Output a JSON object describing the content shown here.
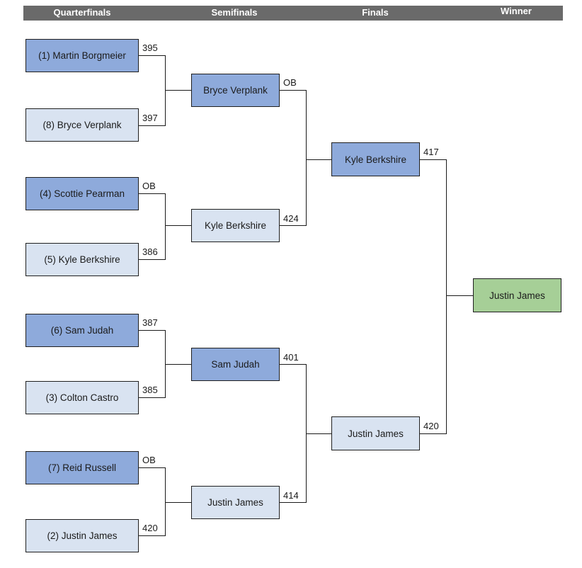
{
  "header": {
    "columns": [
      "Quarterfinals",
      "Semifinals",
      "Finals",
      "Winner"
    ]
  },
  "quarterfinals": [
    {
      "player": "(1) Martin Borgmeier",
      "score": "395"
    },
    {
      "player": "(8) Bryce Verplank",
      "score": "397"
    },
    {
      "player": "(4) Scottie Pearman",
      "score": "OB"
    },
    {
      "player": "(5) Kyle Berkshire",
      "score": "386"
    },
    {
      "player": "(6) Sam Judah",
      "score": "387"
    },
    {
      "player": "(3) Colton Castro",
      "score": "385"
    },
    {
      "player": "(7) Reid Russell",
      "score": "OB"
    },
    {
      "player": "(2) Justin James",
      "score": "420"
    }
  ],
  "semifinals": [
    {
      "player": "Bryce Verplank",
      "score": "OB"
    },
    {
      "player": "Kyle Berkshire",
      "score": "424"
    },
    {
      "player": "Sam Judah",
      "score": "401"
    },
    {
      "player": "Justin James",
      "score": "414"
    }
  ],
  "finals": [
    {
      "player": "Kyle Berkshire",
      "score": "417"
    },
    {
      "player": "Justin James",
      "score": "420"
    }
  ],
  "winner": {
    "player": "Justin James"
  },
  "colors": {
    "header_bg": "#6A6A6A",
    "header_text": "#FFFFFF",
    "box_dark_blue": "#8EAADB",
    "box_light_blue": "#D9E3F1",
    "winner_green": "#A6CF97",
    "box_border": "#1F1F1F",
    "line": "#1A1A1A"
  }
}
